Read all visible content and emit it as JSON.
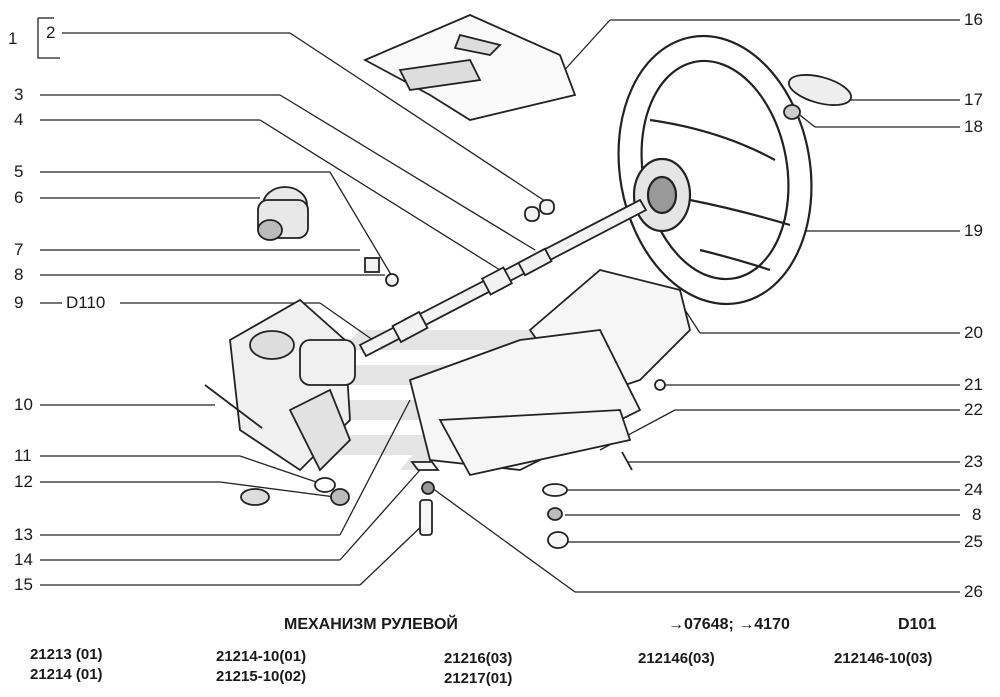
{
  "diagram": {
    "title": "МЕХАНИЗМ РУЛЕВОЙ",
    "ref_codes": "→07648; →4170",
    "page_code": "D101",
    "callout_d110": "D110",
    "left_labels": [
      "1",
      "2",
      "3",
      "4",
      "5",
      "6",
      "7",
      "8",
      "9",
      "10",
      "11",
      "12",
      "13",
      "14",
      "15"
    ],
    "right_labels": [
      "16",
      "17",
      "18",
      "19",
      "20",
      "21",
      "22",
      "23",
      "24",
      "8",
      "25",
      "26"
    ]
  },
  "models": [
    [
      "21213 (01)",
      "21214 (01)"
    ],
    [
      "21214-10(01)",
      "21215-10(02)"
    ],
    [
      "21216(03)",
      "21217(01)"
    ],
    [
      "212146(03)"
    ],
    [
      "212146-10(03)"
    ]
  ]
}
